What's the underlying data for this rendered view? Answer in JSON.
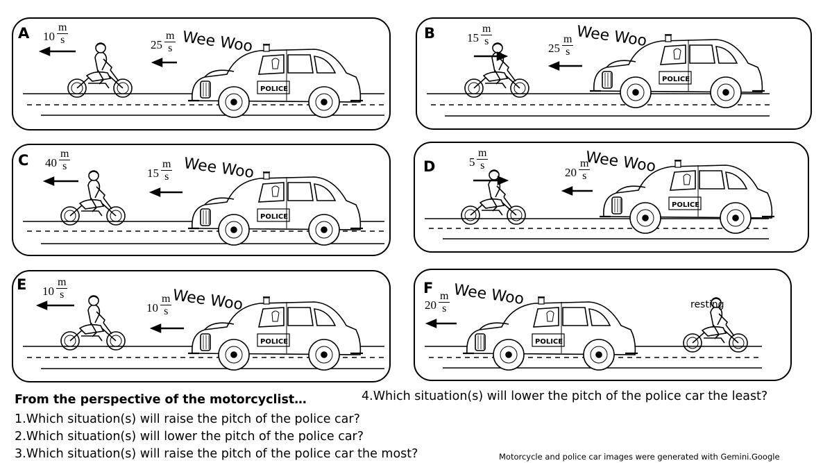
{
  "panels": [
    {
      "label": "A",
      "moto_speed": "10",
      "moto_dir": "left",
      "car_speed": "25",
      "car_dir": "left",
      "siren": "Wee Woo",
      "car_sign": "POLICE"
    },
    {
      "label": "B",
      "moto_speed": "15",
      "moto_dir": "right",
      "car_speed": "25",
      "car_dir": "left",
      "siren": "Wee Woo",
      "car_sign": "POLICE"
    },
    {
      "label": "C",
      "moto_speed": "40",
      "moto_dir": "left",
      "car_speed": "15",
      "car_dir": "left",
      "siren": "Wee Woo",
      "car_sign": "POLICE"
    },
    {
      "label": "D",
      "moto_speed": "5",
      "moto_dir": "right",
      "car_speed": "20",
      "car_dir": "left",
      "siren": "Wee Woo",
      "car_sign": "POLICE"
    },
    {
      "label": "E",
      "moto_speed": "10",
      "moto_dir": "left",
      "car_speed": "10",
      "car_dir": "left",
      "siren": "Wee Woo",
      "car_sign": "POLICE"
    },
    {
      "label": "F",
      "car_speed": "20",
      "car_dir": "left",
      "siren": "Wee Woo",
      "car_sign": "POLICE",
      "moto_note": "resting"
    }
  ],
  "unit_top": "m",
  "unit_bottom": "s",
  "heading": "From the perspective of the motorcyclist…",
  "questions": [
    "1.Which situation(s) will raise the pitch of the police car?",
    "2.Which situation(s) will lower the pitch of the police car?",
    "3.Which situation(s) will raise the pitch of the police car the most?",
    "4.Which situation(s) will lower the pitch of the police car the least?"
  ],
  "credit": "Motorcycle and police car images were generated with Gemini.Google"
}
